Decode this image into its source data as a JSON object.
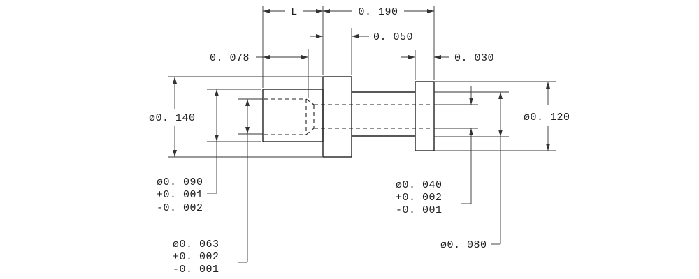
{
  "colors": {
    "line": "#222222",
    "background": "#ffffff"
  },
  "dimensions": {
    "length_L": "L",
    "overall_length": "0. 190",
    "collar_width": "0. 050",
    "end_flange_width": "0. 030",
    "counterbore_depth": "0. 078",
    "left_body_diameter": "ø0. 140",
    "right_flange_diameter": "ø0. 120",
    "bore_90": {
      "diameter": "ø0. 090",
      "upper_tol": "+0. 001",
      "lower_tol": "-0. 002"
    },
    "bore_63": {
      "diameter": "ø0. 063",
      "upper_tol": "+0. 002",
      "lower_tol": "-0. 001"
    },
    "bore_40": {
      "diameter": "ø0. 040",
      "upper_tol": "+0. 002",
      "lower_tol": "-0. 001"
    },
    "shaft_diameter": "ø0. 080"
  }
}
